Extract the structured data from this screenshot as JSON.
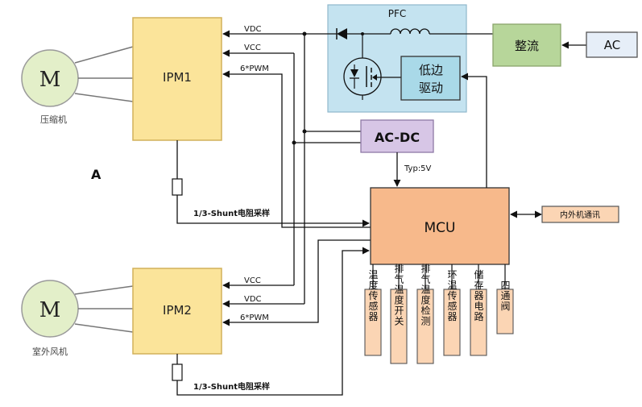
{
  "figure_label": "A",
  "motor_compressor": {
    "symbol": "M",
    "caption": "压缩机"
  },
  "motor_fan": {
    "symbol": "M",
    "caption": "室外风机"
  },
  "ipm1": {
    "label": "IPM1",
    "in_vdc": "VDC",
    "in_vcc": "VCC",
    "in_pwm": "6*PWM",
    "shunt": "1/3-Shunt电阻采样"
  },
  "ipm2": {
    "label": "IPM2",
    "in_vcc": "VCC",
    "in_vdc": "VDC",
    "in_pwm": "6*PWM",
    "shunt": "1/3-Shunt电阻采样"
  },
  "pfc": {
    "label": "PFC",
    "driver_line1": "低边",
    "driver_line2": "驱动"
  },
  "rectifier": {
    "label": "整流"
  },
  "ac_source": {
    "label": "AC"
  },
  "acdc": {
    "label": "AC-DC",
    "output": "Typ:5V"
  },
  "mcu": {
    "label": "MCU"
  },
  "comm": {
    "label": "内外机通讯"
  },
  "sensors": [
    {
      "label": "温度传感器"
    },
    {
      "label": "排气温度开关"
    },
    {
      "label": "排气温度检测"
    },
    {
      "label": "环温传感器"
    },
    {
      "label": "储存器电路"
    },
    {
      "label": "四通阀"
    }
  ],
  "colors": {
    "ipm_fill": "#fbe49a",
    "pfc_fill": "#c4e3f0",
    "driver_fill": "#a9d9e8",
    "rectifier_fill": "#b7d69a",
    "ac_fill": "#e6eef8",
    "acdc_fill": "#d7c6e6",
    "mcu_fill": "#f7b98b",
    "sensor_fill": "#fbd5b4",
    "motor_fill": "#e3efc9"
  }
}
